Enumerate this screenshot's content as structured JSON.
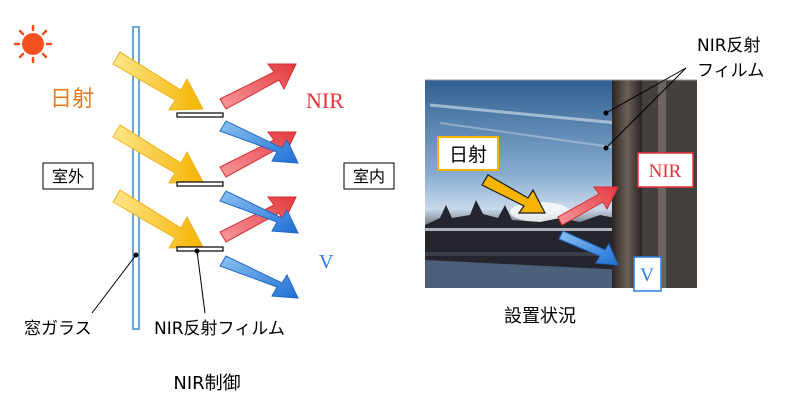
{
  "labels": {
    "sun_text": "日射",
    "outdoor": "室外",
    "indoor": "室内",
    "nir": "NIR",
    "visible": "V",
    "window_glass": "窓ガラス",
    "film": "NIR反射フィルム",
    "caption": "NIR制御"
  },
  "photo": {
    "film_label_line1": "NIR反射",
    "film_label_line2": "フィルム",
    "sun_text": "日射",
    "nir": "NIR",
    "visible": "V",
    "caption": "設置状況"
  },
  "colors": {
    "sun": "#f4511e",
    "sun_arrow": "#fbbf2e",
    "nir": "#e8313a",
    "visible": "#2b7de0",
    "glass": "#6aa6d6",
    "sun_label": "#e87b1d",
    "nir_label": "#e8313a",
    "v_label": "#2b7de0"
  }
}
